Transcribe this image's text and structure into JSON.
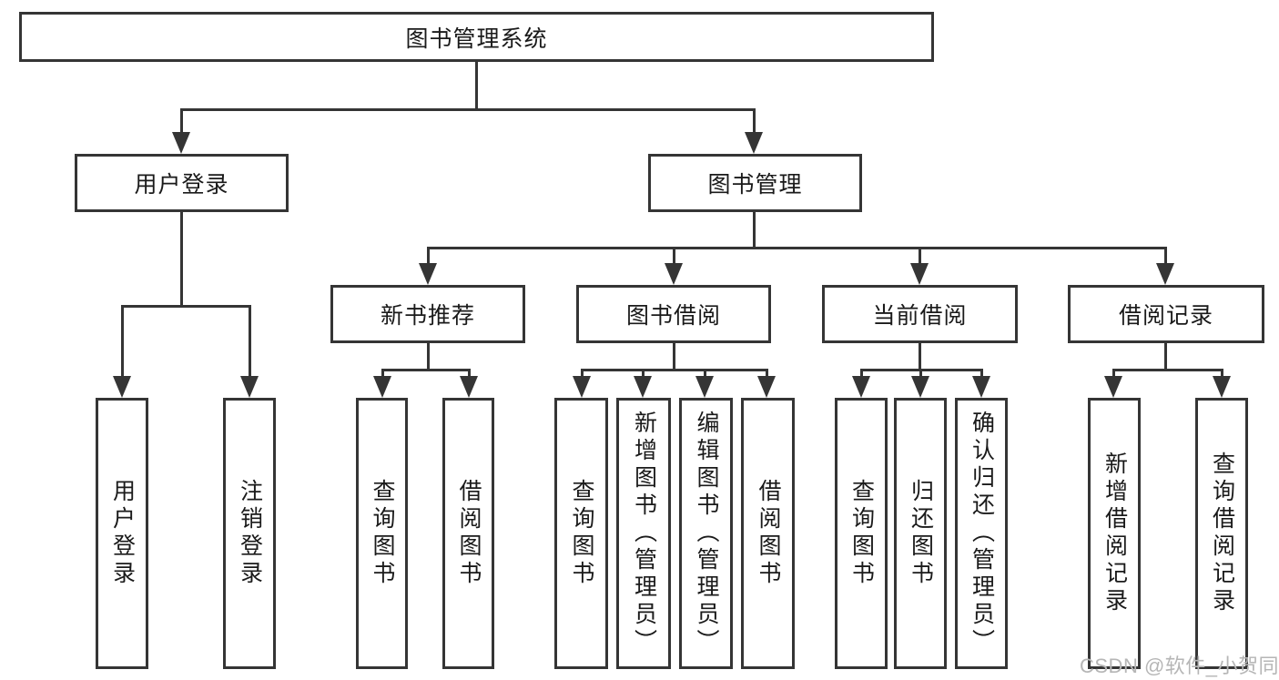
{
  "tree": {
    "root": {
      "label": "图书管理系统"
    },
    "branches": [
      {
        "label": "用户登录",
        "children": [
          {
            "label": "用户登录"
          },
          {
            "label": "注销登录"
          }
        ]
      },
      {
        "label": "图书管理",
        "children": [
          {
            "label": "新书推荐",
            "children": [
              {
                "label": "查询图书"
              },
              {
                "label": "借阅图书"
              }
            ]
          },
          {
            "label": "图书借阅",
            "children": [
              {
                "label": "查询图书"
              },
              {
                "label": "新增图书（管理员）"
              },
              {
                "label": "编辑图书（管理员）"
              },
              {
                "label": "借阅图书"
              }
            ]
          },
          {
            "label": "当前借阅",
            "children": [
              {
                "label": "查询图书"
              },
              {
                "label": "归还图书"
              },
              {
                "label": "确认归还（管理员）"
              }
            ]
          },
          {
            "label": "借阅记录",
            "children": [
              {
                "label": "新增借阅记录"
              },
              {
                "label": "查询借阅记录"
              }
            ]
          }
        ]
      }
    ]
  },
  "watermark": {
    "text": "CSDN @软件_小贺同学"
  },
  "colors": {
    "line": "#353535",
    "text": "#1a1a1a",
    "background": "#ffffff",
    "watermark": "#b6b6b6"
  }
}
